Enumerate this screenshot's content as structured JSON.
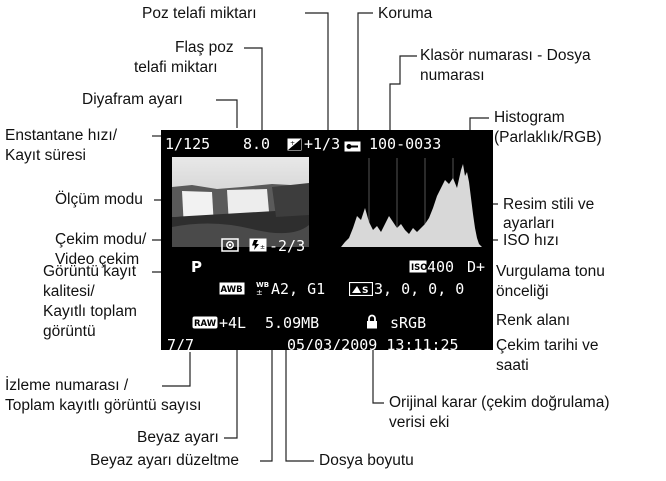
{
  "labels": {
    "poz_telafi": "Poz telafi miktarı",
    "flas_poz_1": "Flaş poz",
    "flas_poz_2": "telafi miktarı",
    "diyafram": "Diyafram ayarı",
    "enstantane_1": "Enstantane hızı/",
    "enstantane_2": "Kayıt süresi",
    "olcum": "Ölçüm modu",
    "cekim_modu_1": "Çekim modu/",
    "cekim_modu_2": "Video çekim",
    "goruntu_kayit_1": "Görüntü kayıt",
    "goruntu_kayit_2": "kalitesi/",
    "goruntu_kayit_3": "Kayıtlı toplam",
    "goruntu_kayit_4": "görüntü",
    "izleme_1": "İzleme numarası /",
    "izleme_2": "Toplam kayıtlı görüntü sayısı",
    "beyaz_ayari": "Beyaz ayarı",
    "beyaz_duzeltme": "Beyaz ayarı düzeltme",
    "dosya_boyutu": "Dosya boyutu",
    "orijinal_1": "Orijinal karar (çekim doğrulama)",
    "orijinal_2": "verisi eki",
    "cekim_tarihi_1": "Çekim tarihi ve",
    "cekim_tarihi_2": "saati",
    "renk_alani": "Renk alanı",
    "vurgulama_1": "Vurgulama tonu",
    "vurgulama_2": "önceliği",
    "iso": "ISO hızı",
    "resim_stili_1": "Resim stili ve",
    "resim_stili_2": "ayarları",
    "histogram_1": "Histogram",
    "histogram_2": "(Parlaklık/RGB)",
    "klasor_1": "Klasör numarası - Dosya",
    "klasor_2": "numarası",
    "koruma": "Koruma"
  },
  "screen": {
    "shutter": "1/125",
    "aperture": "8.0",
    "exposure_comp": "+1/3",
    "folder_file": "100-0033",
    "flash_comp": "-2/3",
    "mode": "P",
    "iso_value": "400",
    "highlight_priority": "D+",
    "wb_mode": "AWB",
    "wb_correction": "A2, G1",
    "picture_style_values": "3, 0, 0, 0",
    "quality": "RAW",
    "quality_plus": "+4L",
    "file_size": "5.09MB",
    "color_space": "sRGB",
    "counter": "7/7",
    "datetime": "05/03/2009 13:11:25"
  }
}
